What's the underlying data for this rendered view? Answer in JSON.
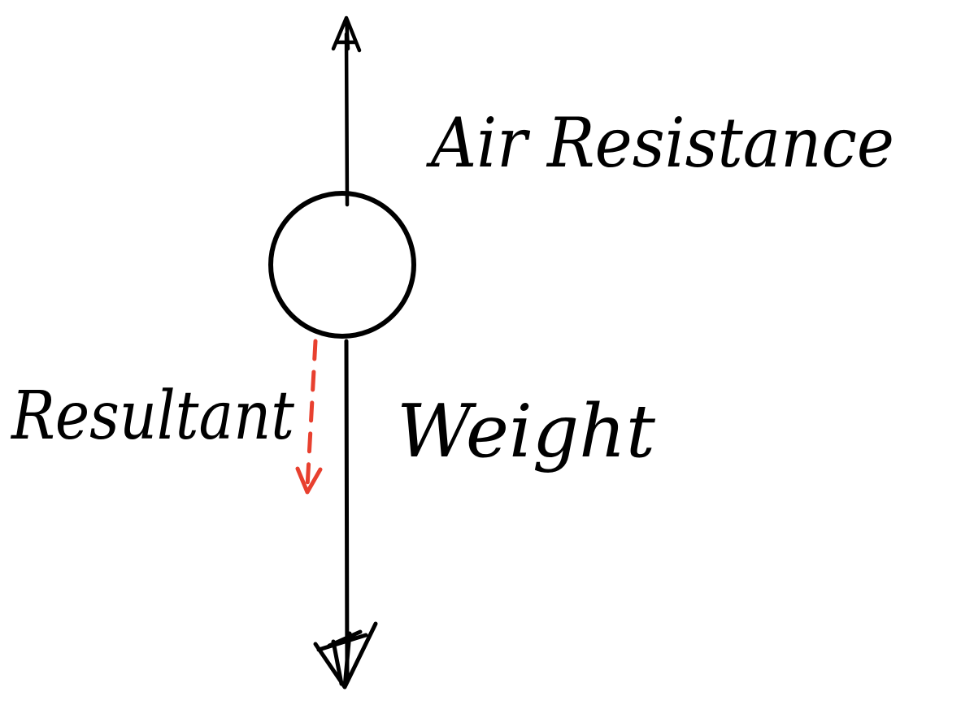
{
  "diagram": {
    "labels": {
      "air_resistance": "Air Resistance",
      "weight": "Weight",
      "resultant": "Resultant"
    },
    "colors": {
      "ink": "#000000",
      "resultant": "#e8402f",
      "background": "#ffffff"
    }
  }
}
